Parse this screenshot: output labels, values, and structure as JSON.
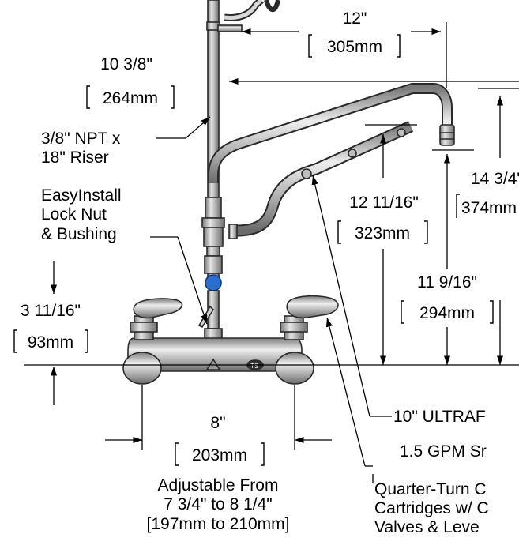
{
  "dimensions": {
    "riser_spacing_in": "12\"",
    "riser_spacing_mm": "305mm",
    "riser_offset_in": "10 3/8\"",
    "riser_offset_mm": "264mm",
    "spout_height_in": "14 3/4\"",
    "spout_height_mm": "374mm",
    "spout_reach_in": "12 11/16\"",
    "spout_reach_mm": "323mm",
    "spout_outlet_in": "11 9/16\"",
    "spout_outlet_mm": "294mm",
    "body_height_in": "3 11/16\"",
    "body_height_mm": "93mm",
    "center_in": "8\"",
    "center_mm": "203mm"
  },
  "callouts": {
    "riser_line1": "3/8\" NPT x",
    "riser_line2": "18\" Riser",
    "locknut_line1": "EasyInstall",
    "locknut_line2": "Lock Nut",
    "locknut_line3": "& Bushing",
    "sprayer_line1": "10\" ULTRAF",
    "sprayer_line2": "1.5 GPM Sr",
    "cartridge_line1": "Quarter-Turn C",
    "cartridge_line2": "Cartridges w/ C",
    "cartridge_line3": "Valves & Leve"
  },
  "adjustable": {
    "line1": "Adjustable From",
    "line2": "7 3/4\" to 8 1/4\"",
    "line3": "[197mm to 210mm]"
  }
}
